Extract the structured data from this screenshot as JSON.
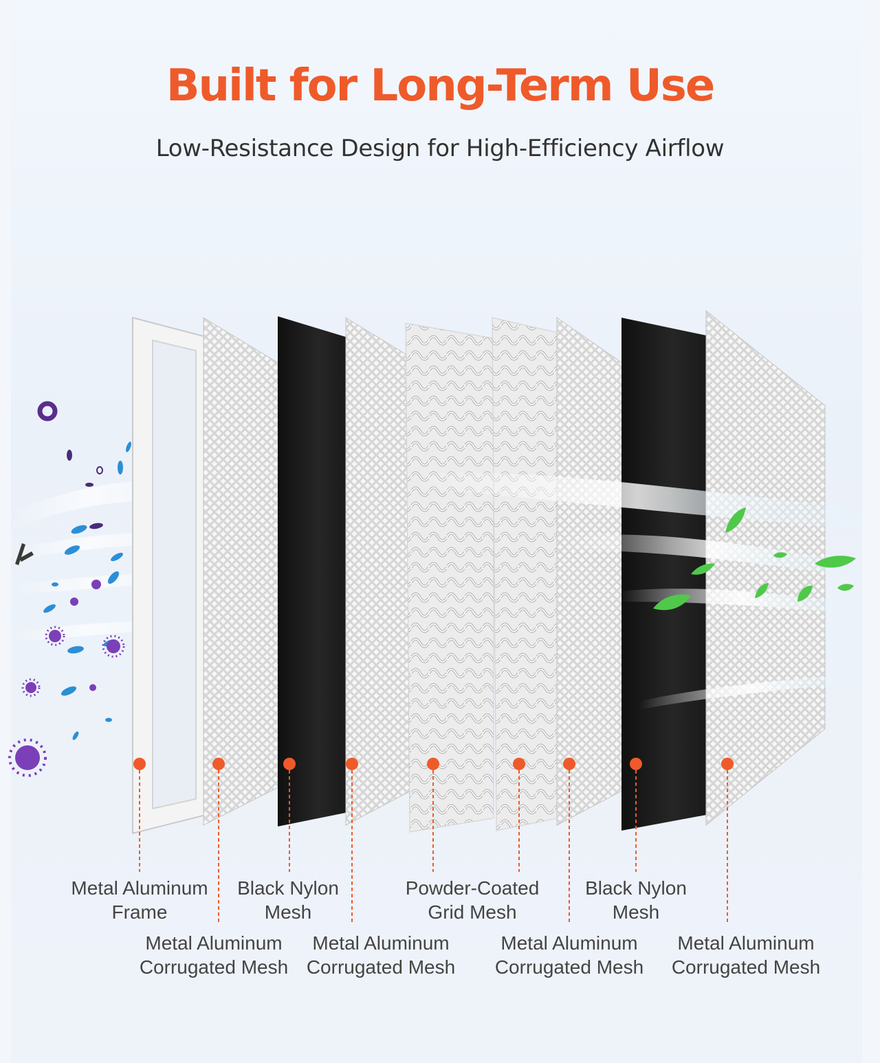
{
  "header": {
    "title": "Built for Long-Term Use",
    "subtitle": "Low-Resistance Design for High-Efficiency Airflow"
  },
  "colors": {
    "accent": "#ef5a2a",
    "text": "#444444",
    "background": "#eef3fa",
    "black_mesh": "#1a1a1a",
    "particle_purple": "#7b3fb8",
    "particle_blue": "#2b8fd6",
    "leaf_green": "#4fc94a"
  },
  "layers": [
    {
      "id": "frame",
      "line1": "Metal Aluminum",
      "line2": "Frame"
    },
    {
      "id": "mesh1",
      "line1": "Metal Aluminum",
      "line2": "Corrugated Mesh"
    },
    {
      "id": "nylon1",
      "line1": "Black Nylon",
      "line2": "Mesh"
    },
    {
      "id": "mesh2",
      "line1": "Metal Aluminum",
      "line2": "Corrugated Mesh"
    },
    {
      "id": "grid",
      "line1": "Powder-Coated",
      "line2": "Grid Mesh"
    },
    {
      "id": "mesh3",
      "line1": "Metal Aluminum",
      "line2": "Corrugated Mesh"
    },
    {
      "id": "nylon2",
      "line1": "Black Nylon",
      "line2": "Mesh"
    },
    {
      "id": "mesh4",
      "line1": "Metal Aluminum",
      "line2": "Corrugated Mesh"
    }
  ],
  "icons": {
    "pollutants": "virus-particle-icon",
    "clean_air": "leaf-icon"
  }
}
